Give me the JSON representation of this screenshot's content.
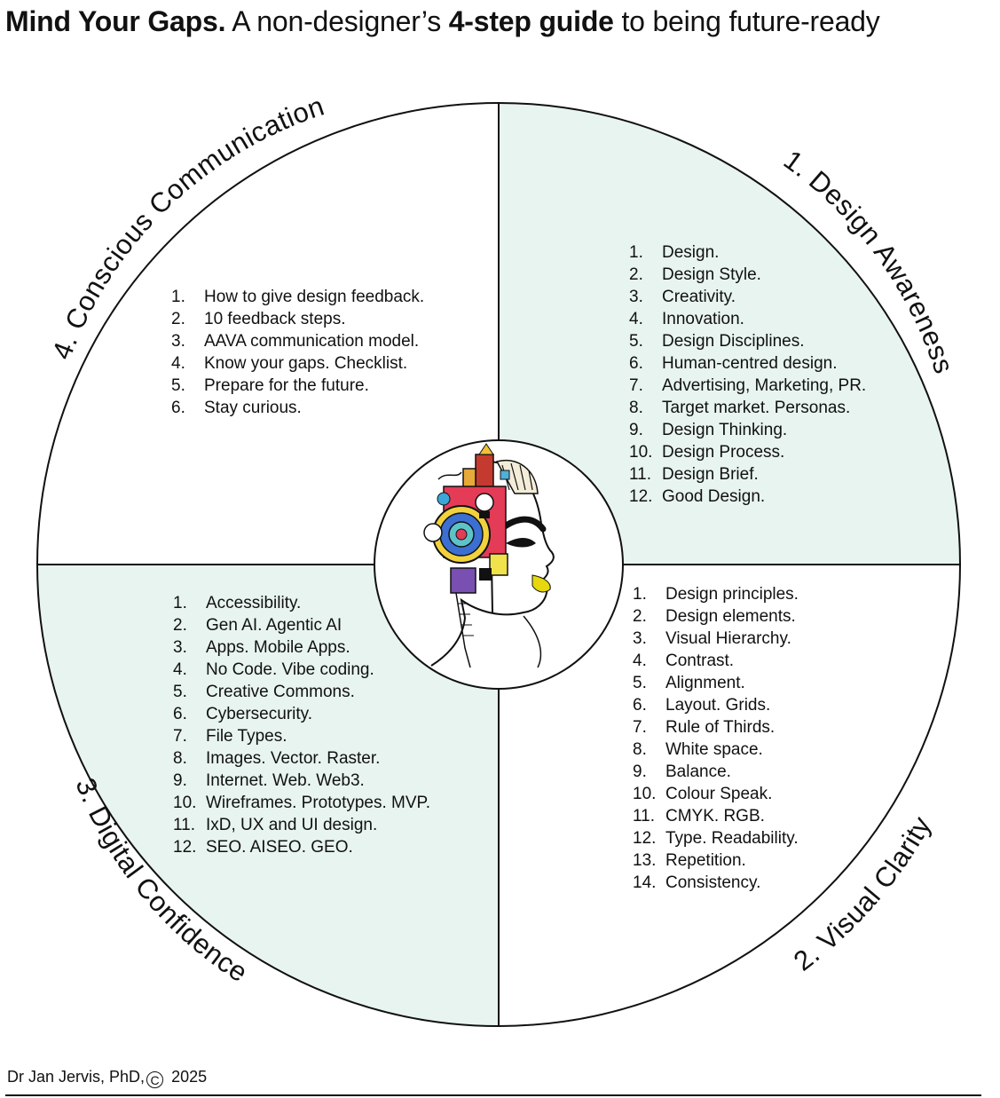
{
  "title": {
    "part1": "Mind Your Gaps.",
    "part2": " A non-designer’s ",
    "part3": "4-step guide",
    "part4": " to being future-ready"
  },
  "colors": {
    "shade": "#e8f4ef",
    "line": "#111111"
  },
  "center": {
    "icon": "ai-woman-head-illustration-icon"
  },
  "quadrants": {
    "q1": {
      "heading": "1. Design Awareness",
      "items": [
        {
          "n": "1.",
          "t": "Design."
        },
        {
          "n": "2.",
          "t": "Design Style."
        },
        {
          "n": "3.",
          "t": "Creativity."
        },
        {
          "n": "4.",
          "t": "Innovation."
        },
        {
          "n": "5.",
          "t": "Design Disciplines."
        },
        {
          "n": "6.",
          "t": "Human-centred design."
        },
        {
          "n": "7.",
          "t": "Advertising, Marketing, PR."
        },
        {
          "n": "8.",
          "t": "Target market. Personas."
        },
        {
          "n": "9.",
          "t": "Design Thinking."
        },
        {
          "n": "10.",
          "t": "Design Process."
        },
        {
          "n": "11.",
          "t": "Design Brief."
        },
        {
          "n": "12.",
          "t": "Good Design."
        }
      ]
    },
    "q2": {
      "heading": "2. Visual Clarity",
      "items": [
        {
          "n": "1.",
          "t": "Design principles."
        },
        {
          "n": "2.",
          "t": "Design elements."
        },
        {
          "n": "3.",
          "t": "Visual Hierarchy."
        },
        {
          "n": "4.",
          "t": "Contrast."
        },
        {
          "n": "5.",
          "t": "Alignment."
        },
        {
          "n": "6.",
          "t": "Layout. Grids."
        },
        {
          "n": "7.",
          "t": "Rule of Thirds."
        },
        {
          "n": "8.",
          "t": "White space."
        },
        {
          "n": "9.",
          "t": "Balance."
        },
        {
          "n": "10.",
          "t": "Colour Speak."
        },
        {
          "n": "11.",
          "t": "CMYK. RGB."
        },
        {
          "n": "12.",
          "t": "Type. Readability."
        },
        {
          "n": "13.",
          "t": "Repetition."
        },
        {
          "n": "14.",
          "t": "Consistency."
        }
      ]
    },
    "q3": {
      "heading": "3. Digital Confidence",
      "items": [
        {
          "n": "1.",
          "t": "Accessibility."
        },
        {
          "n": "2.",
          "t": "Gen AI. Agentic AI"
        },
        {
          "n": "3.",
          "t": "Apps. Mobile Apps."
        },
        {
          "n": "4.",
          "t": "No Code. Vibe coding."
        },
        {
          "n": "5.",
          "t": "Creative Commons."
        },
        {
          "n": "6.",
          "t": "Cybersecurity."
        },
        {
          "n": "7.",
          "t": "File Types."
        },
        {
          "n": "8.",
          "t": "Images. Vector. Raster."
        },
        {
          "n": "9.",
          "t": "Internet. Web. Web3."
        },
        {
          "n": "10.",
          "t": "Wireframes. Prototypes. MVP."
        },
        {
          "n": "11.",
          "t": "IxD, UX and UI design."
        },
        {
          "n": "12.",
          "t": "SEO. AISEO. GEO."
        }
      ]
    },
    "q4": {
      "heading": "4. Conscious Communication",
      "items": [
        {
          "n": "1.",
          "t": "How to give design feedback."
        },
        {
          "n": "2.",
          "t": "10 feedback steps."
        },
        {
          "n": "3.",
          "t": "AAVA communication model."
        },
        {
          "n": "4.",
          "t": "Know your gaps. Checklist."
        },
        {
          "n": "5.",
          "t": "Prepare for the future."
        },
        {
          "n": "6.",
          "t": "Stay curious."
        }
      ]
    }
  },
  "footer": {
    "author": "Dr Jan Jervis, PhD,",
    "copyright_symbol": "C",
    "year": "2025"
  }
}
